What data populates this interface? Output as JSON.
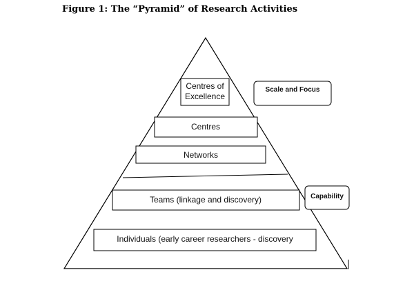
{
  "figure": {
    "title": "Figure 1: The “Pyramid” of Research Activities"
  },
  "pyramid": {
    "levels": [
      {
        "label_line1": "Centres of",
        "label_line2": "Excellence"
      },
      {
        "label": "Centres"
      },
      {
        "label": "Networks"
      },
      {
        "label": "Teams (linkage and discovery)"
      },
      {
        "label": "Individuals (early career researchers - discovery"
      }
    ]
  },
  "side_labels": {
    "scale_focus": "Scale and Focus",
    "capability": "Capability"
  },
  "colors": {
    "stroke": "#000000",
    "box_fill": "#ffffff"
  }
}
